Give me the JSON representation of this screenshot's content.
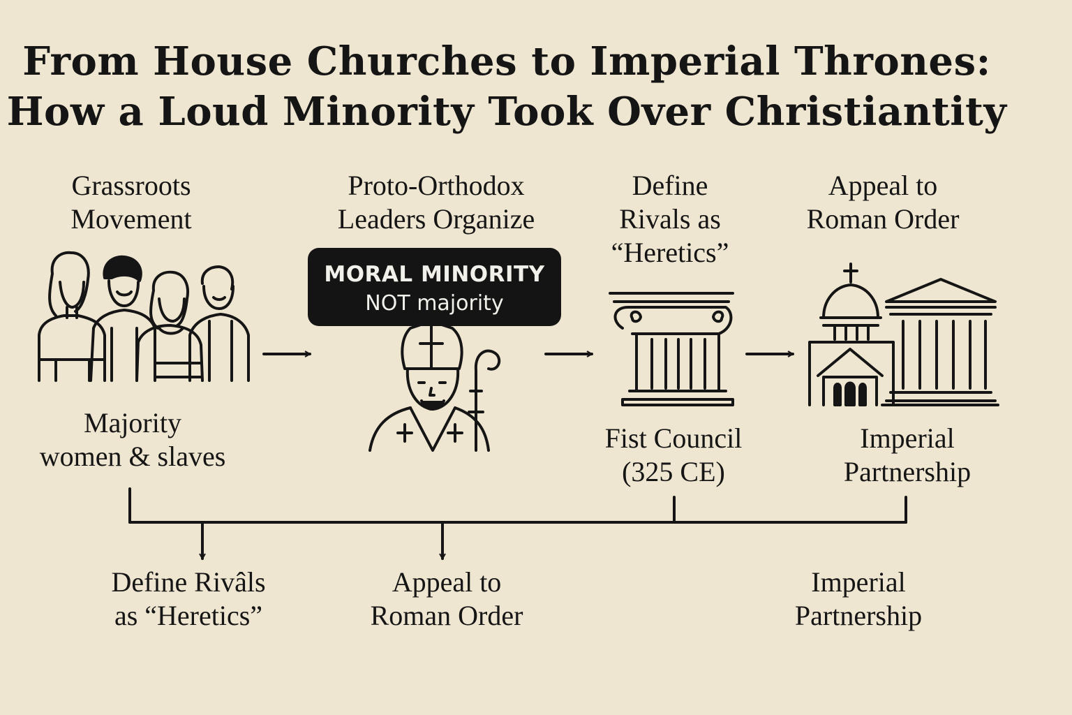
{
  "title": {
    "line1": "From House Churches to Imperial Thrones:",
    "line2": "How a Loud Minority Took Over Christiantity"
  },
  "stages": [
    {
      "heading": "Grassroots\nMovement",
      "caption": "Majority\nwomen & slaves",
      "icon": "people-group-icon"
    },
    {
      "heading": "Proto-Orthodox\nLeaders Organize",
      "icon": "bishop-icon"
    },
    {
      "heading": "Define\nRivals as\n“Heretics”",
      "caption": "Fist Council\n(325 CE)",
      "icon": "column-icon"
    },
    {
      "heading": "Appeal to\nRoman Order",
      "caption": "Imperial\nPartnership",
      "icon": "church-temple-icon"
    }
  ],
  "badge": {
    "line1": "MORAL MINORITY",
    "line2": "NOT majority"
  },
  "bottom_items": [
    {
      "label": "Define Rivâls\nas “Heretics”"
    },
    {
      "label": "Appeal to\nRoman Order"
    },
    {
      "label": "Imperial\nPartnership"
    }
  ]
}
